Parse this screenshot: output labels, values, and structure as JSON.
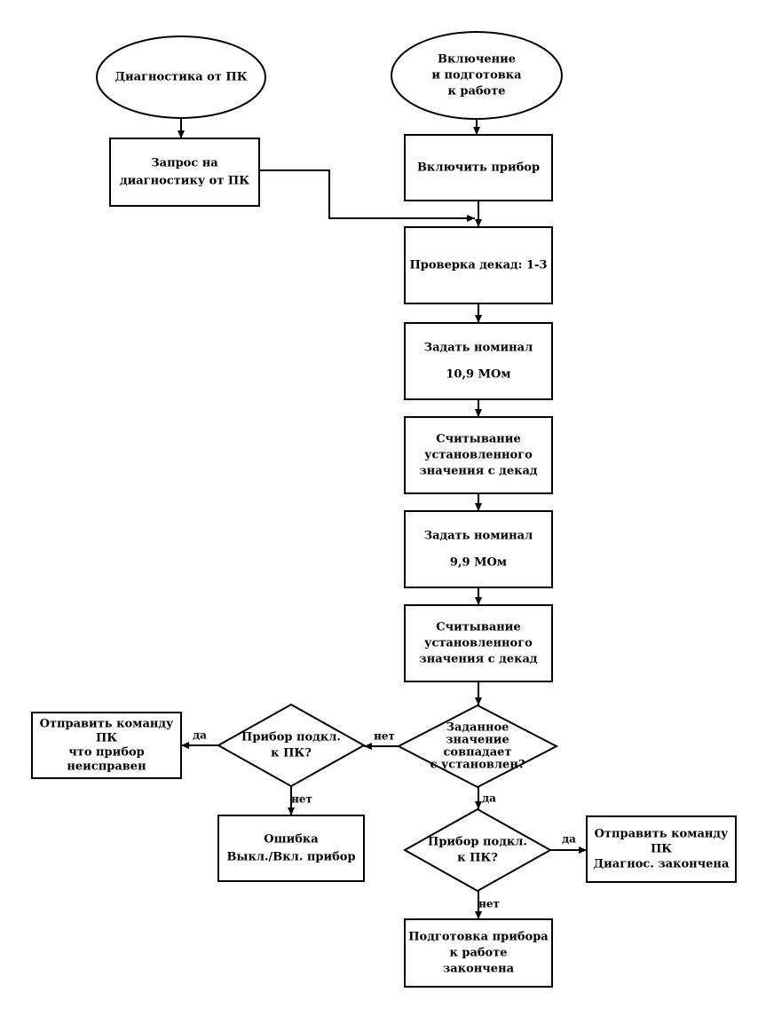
{
  "diagram": {
    "nodes": {
      "start_pc": {
        "shape": "ellipse",
        "lines": [
          "Диагностика от ПК"
        ]
      },
      "start_power": {
        "shape": "ellipse",
        "lines": [
          "Включение",
          "и подготовка",
          "к работе"
        ]
      },
      "pc_request": {
        "shape": "rect",
        "lines": [
          "Запрос на",
          "диагностику от ПК"
        ]
      },
      "power_on": {
        "shape": "rect",
        "lines": [
          "Включить прибор"
        ]
      },
      "check_decades": {
        "shape": "rect",
        "lines": [
          "Проверка декад: 1-3"
        ]
      },
      "set_nominal_1": {
        "shape": "rect",
        "lines": [
          "Задать номинал",
          "10,9 МОм"
        ]
      },
      "read_1": {
        "shape": "rect",
        "lines": [
          "Считывание",
          "установленного",
          "значения с декад"
        ]
      },
      "set_nominal_2": {
        "shape": "rect",
        "lines": [
          "Задать номинал",
          "9,9 МОм"
        ]
      },
      "read_2": {
        "shape": "rect",
        "lines": [
          "Считывание",
          "установленного",
          "значения с декад"
        ]
      },
      "match_decision": {
        "shape": "diamond",
        "lines": [
          "Заданное",
          "значение",
          "совпадает",
          "с установлен?"
        ]
      },
      "pc_connected_left": {
        "shape": "diamond",
        "lines": [
          "Прибор подкл.",
          "к ПК?"
        ]
      },
      "send_fault": {
        "shape": "rect",
        "lines": [
          "Отправить команду",
          "ПК",
          "что прибор",
          "неисправен"
        ]
      },
      "error": {
        "shape": "rect",
        "lines": [
          "Ошибка",
          "Выкл./Вкл. прибор"
        ]
      },
      "pc_connected_right": {
        "shape": "diamond",
        "lines": [
          "Прибор подкл.",
          "к ПК?"
        ]
      },
      "send_done": {
        "shape": "rect",
        "lines": [
          "Отправить команду",
          "ПК",
          "Диагнос. закончена"
        ]
      },
      "prep_done": {
        "shape": "rect",
        "lines": [
          "Подготовка прибора",
          "к работе",
          "закончена"
        ]
      }
    },
    "edges": [
      {
        "from": "start_pc",
        "to": "pc_request",
        "label": ""
      },
      {
        "from": "start_power",
        "to": "power_on",
        "label": ""
      },
      {
        "from": "pc_request",
        "to": "check_decades",
        "label": ""
      },
      {
        "from": "power_on",
        "to": "check_decades",
        "label": ""
      },
      {
        "from": "check_decades",
        "to": "set_nominal_1",
        "label": ""
      },
      {
        "from": "set_nominal_1",
        "to": "read_1",
        "label": ""
      },
      {
        "from": "read_1",
        "to": "set_nominal_2",
        "label": ""
      },
      {
        "from": "set_nominal_2",
        "to": "read_2",
        "label": ""
      },
      {
        "from": "read_2",
        "to": "match_decision",
        "label": ""
      },
      {
        "from": "match_decision",
        "to": "pc_connected_left",
        "label": "нет"
      },
      {
        "from": "pc_connected_left",
        "to": "send_fault",
        "label": "да"
      },
      {
        "from": "pc_connected_left",
        "to": "error",
        "label": "нет"
      },
      {
        "from": "match_decision",
        "to": "pc_connected_right",
        "label": "да"
      },
      {
        "from": "pc_connected_right",
        "to": "send_done",
        "label": "да"
      },
      {
        "from": "pc_connected_right",
        "to": "prep_done",
        "label": "нет"
      }
    ]
  }
}
